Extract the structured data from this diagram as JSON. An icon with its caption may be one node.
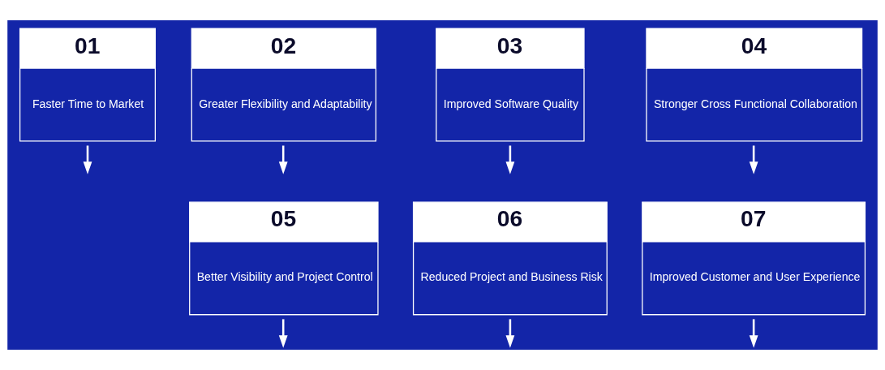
{
  "diagram": {
    "nodes": [
      {
        "text": [
          "01",
          "Faster Time to Market"
        ]
      },
      {
        "text": [
          "02",
          "Greater Flexibility and Adaptability"
        ]
      },
      {
        "text": [
          "03",
          "Improved Software Quality"
        ]
      },
      {
        "text": [
          "04",
          "Stronger Cross Functional Collaboration"
        ]
      },
      {
        "text": [
          "05",
          "Better Visibility and Project Control"
        ]
      },
      {
        "text": [
          "06",
          "Reduced Project and Business Risk"
        ]
      },
      {
        "text": [
          "07",
          "Improved Customer and User Experience"
        ]
      }
    ],
    "edges": [
      {
        "from": 0,
        "to": null,
        "arrow": "to"
      },
      {
        "from": 1,
        "to": null,
        "arrow": "to"
      },
      {
        "from": 2,
        "to": null,
        "arrow": "to"
      },
      {
        "from": 3,
        "to": null,
        "arrow": "to"
      },
      {
        "from": 4,
        "to": null,
        "arrow": "to"
      },
      {
        "from": 5,
        "to": null,
        "arrow": "to"
      },
      {
        "from": 6,
        "to": null,
        "arrow": "to"
      }
    ]
  }
}
